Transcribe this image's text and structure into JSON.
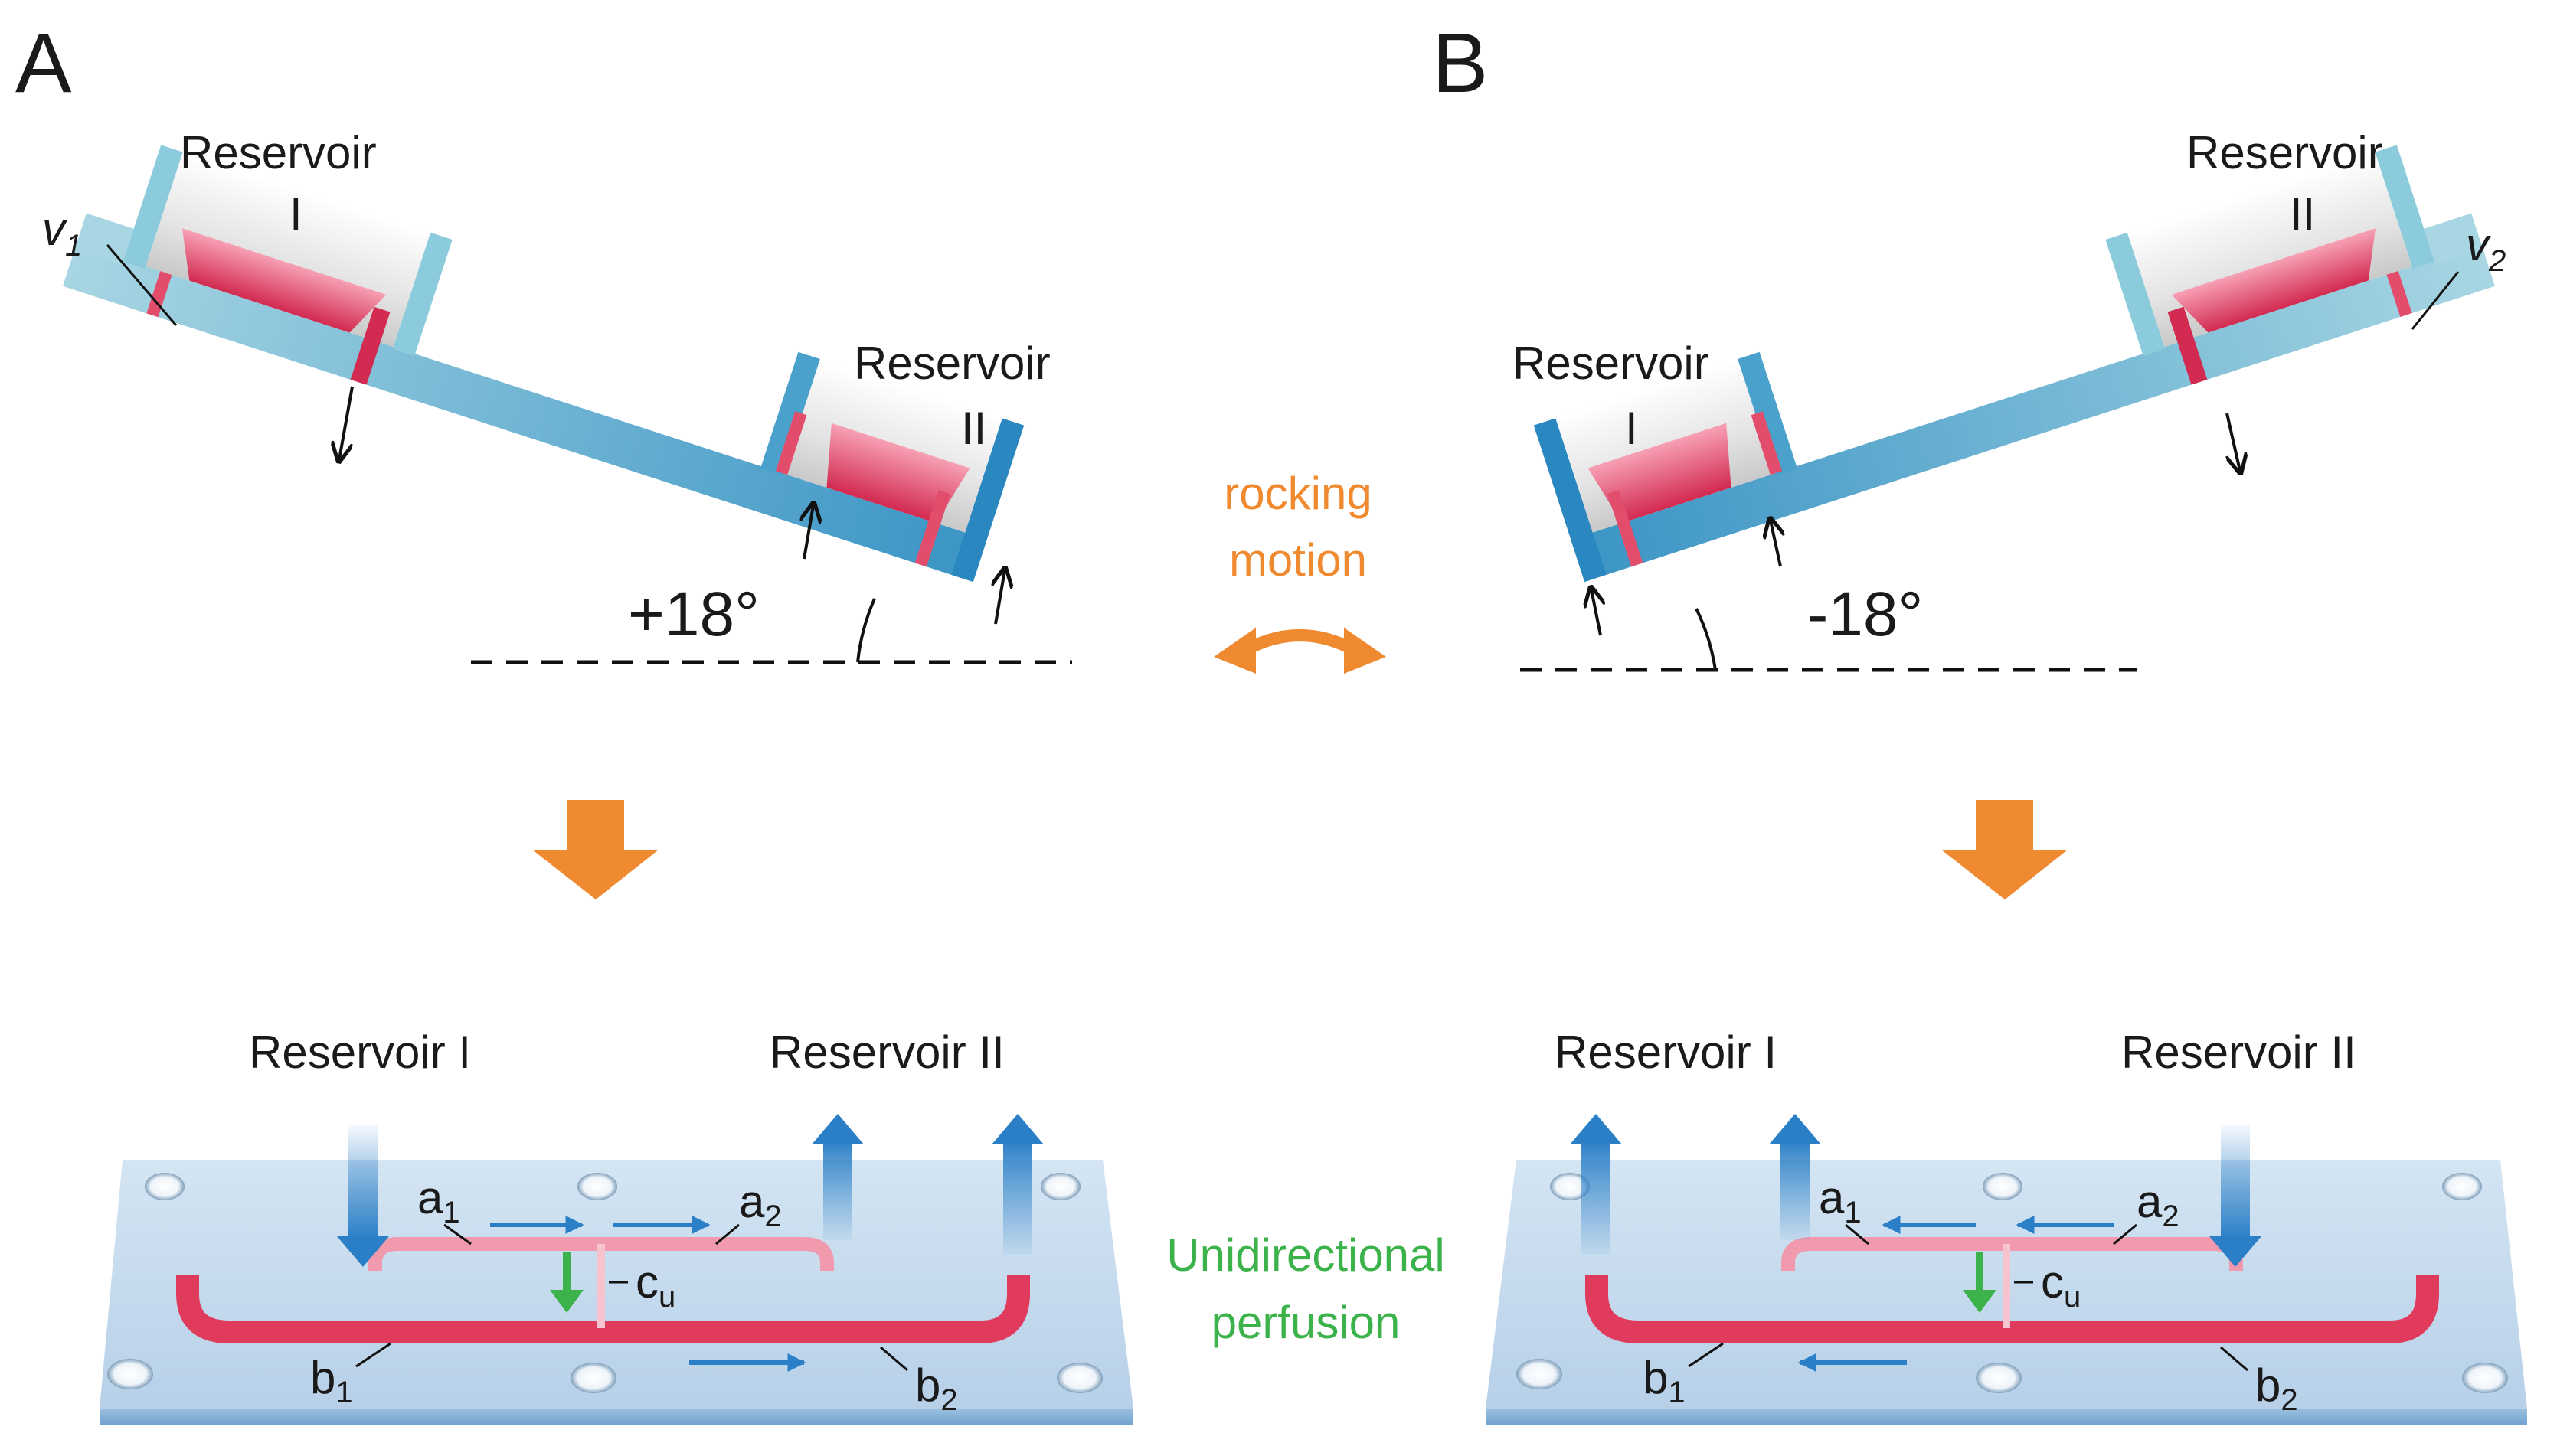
{
  "panels": {
    "a": {
      "letter": "A",
      "reservoir_left": {
        "line1": "Reservoir",
        "line2": "I"
      },
      "reservoir_right": {
        "line1": "Reservoir",
        "line2": "II"
      },
      "valve": {
        "base": "v",
        "sub": "1"
      },
      "angle": "+18°",
      "bottom_label_left": "Reservoir I",
      "bottom_label_right": "Reservoir II"
    },
    "b": {
      "letter": "B",
      "reservoir_left": {
        "line1": "Reservoir",
        "line2": "I"
      },
      "reservoir_right": {
        "line1": "Reservoir",
        "line2": "II"
      },
      "valve": {
        "base": "v",
        "sub": "2"
      },
      "angle": "-18°",
      "bottom_label_left": "Reservoir I",
      "bottom_label_right": "Reservoir II"
    }
  },
  "center": {
    "rocking_line1": "rocking",
    "rocking_line2": "motion",
    "perfusion_line1": "Unidirectional",
    "perfusion_line2": "perfusion"
  },
  "channel_labels": {
    "a1": {
      "base": "a",
      "sub": "1"
    },
    "a2": {
      "base": "a",
      "sub": "2"
    },
    "b1": {
      "base": "b",
      "sub": "1"
    },
    "b2": {
      "base": "b",
      "sub": "2"
    },
    "cu": {
      "base": "c",
      "sub": "u"
    }
  },
  "colors": {
    "channel_blue": "#7ec3d6",
    "channel_blue_dark": "#2f8fc4",
    "liquid_red": "#e03a5c",
    "arrow_orange": "#f08a30",
    "flow_blue": "#2a7fc7",
    "perfusion_green": "#3cb34a",
    "chip_blue": "#c9ddef"
  }
}
